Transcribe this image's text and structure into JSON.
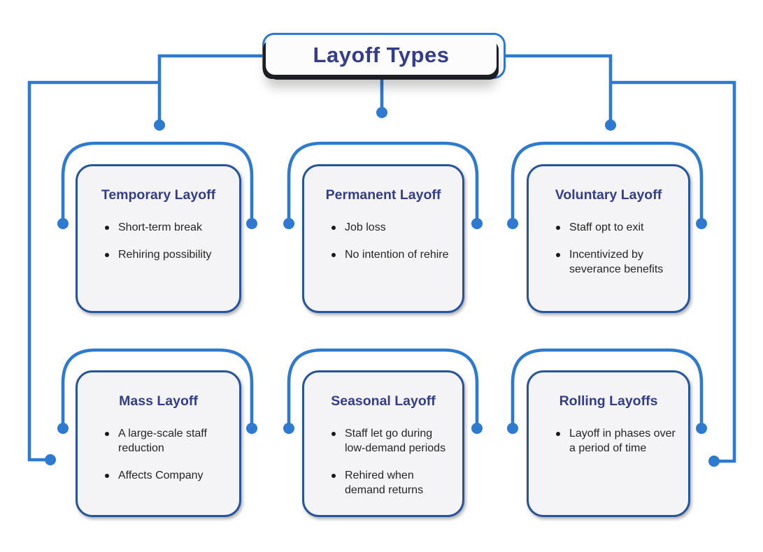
{
  "diagram_title": "Layoff Types",
  "colors": {
    "connector_blue": "#2e7ad1",
    "card_border_navy": "#27549b",
    "card_background": "#f4f4f6",
    "heading_navy": "#333d8a",
    "body_text": "#242424"
  },
  "cards": [
    {
      "title": "Temporary Layoff",
      "bullets": [
        "Short-term break",
        "Rehiring possibility"
      ]
    },
    {
      "title": "Permanent Layoff",
      "bullets": [
        "Job loss",
        "No intention of rehire"
      ]
    },
    {
      "title": "Voluntary Layoff",
      "bullets": [
        "Staff opt to exit",
        "Incentivized by severance benefits"
      ]
    },
    {
      "title": "Mass Layoff",
      "bullets": [
        "A large-scale staff reduction",
        "Affects Company"
      ]
    },
    {
      "title": "Seasonal Layoff",
      "bullets": [
        "Staff let go during low-demand periods",
        "Rehired when demand returns"
      ]
    },
    {
      "title": "Rolling Layoffs",
      "bullets": [
        "Layoff in phases over a period of time"
      ]
    }
  ]
}
